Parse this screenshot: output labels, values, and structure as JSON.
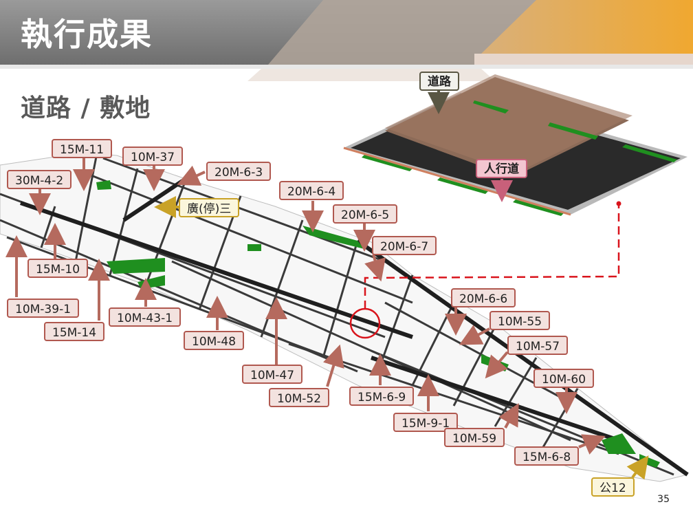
{
  "header": {
    "title": "執行成果"
  },
  "section": {
    "subtitle": "道路 / 敷地"
  },
  "labels": {
    "r15m11": "15M-11",
    "r10m37": "10M-37",
    "r30m42": "30M-4-2",
    "r20m63": "20M-6-3",
    "r20m64": "20M-6-4",
    "park3": "廣(停)三",
    "r20m65": "20M-6-5",
    "r20m67": "20M-6-7",
    "r15m10": "15M-10",
    "r10m391": "10M-39-1",
    "r15m14": "15M-14",
    "r10m431": "10M-43-1",
    "r10m48": "10M-48",
    "r20m66": "20M-6-6",
    "r10m55": "10M-55",
    "r10m57": "10M-57",
    "r10m47": "10M-47",
    "r10m52": "10M-52",
    "r15m69": "15M-6-9",
    "r10m60": "10M-60",
    "r15m91": "15M-9-1",
    "r10m59": "10M-59",
    "r15m68": "15M-6-8",
    "park12": "公12"
  },
  "inset": {
    "road_label": "道路",
    "sidewalk_label": "人行道"
  },
  "page": {
    "number": "35"
  },
  "colors": {
    "label_border": "#b0584f",
    "label_fill": "#f3e2df",
    "arrow": "#b56a5e",
    "park_border": "#c9a227",
    "green": "#1f8f1f",
    "road": "#2a2a2a",
    "highlight": "#d9141c"
  }
}
